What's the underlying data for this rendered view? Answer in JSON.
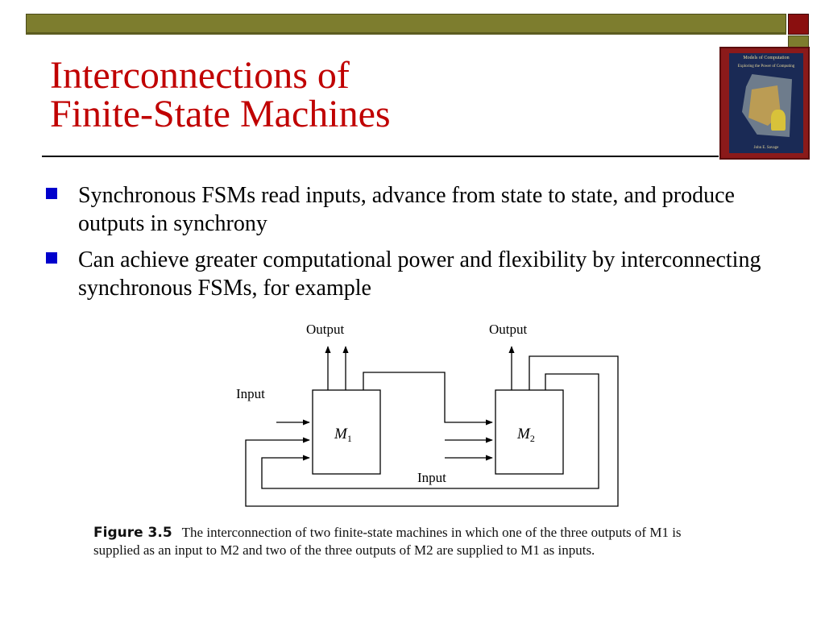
{
  "title": {
    "line1": "Interconnections of",
    "line2": "Finite-State Machines"
  },
  "bullets": [
    "Synchronous FSMs read inputs, advance from state to state, and produce outputs in synchrony",
    "Can achieve greater computational power and flexibility by interconnecting synchronous FSMs, for example"
  ],
  "book": {
    "title": "Models of Computation",
    "subtitle": "Exploring the Power of Computing",
    "author": "John E. Savage"
  },
  "diagram": {
    "output_left": "Output",
    "output_right": "Output",
    "input_left": "Input",
    "input_bottom": "Input",
    "m1": "M",
    "m1_sub": "1",
    "m2": "M",
    "m2_sub": "2"
  },
  "caption": {
    "label": "Figure 3.5",
    "text": "The interconnection of two finite-state machines in which one of the three outputs of M1 is supplied as an input to M2 and two of the three outputs of M2 are supplied to M1 as inputs."
  },
  "colors": {
    "title": "#c00000",
    "bullet": "#0000cc",
    "bar": "#7d7d2e",
    "accent_square": "#8a0f0f"
  }
}
